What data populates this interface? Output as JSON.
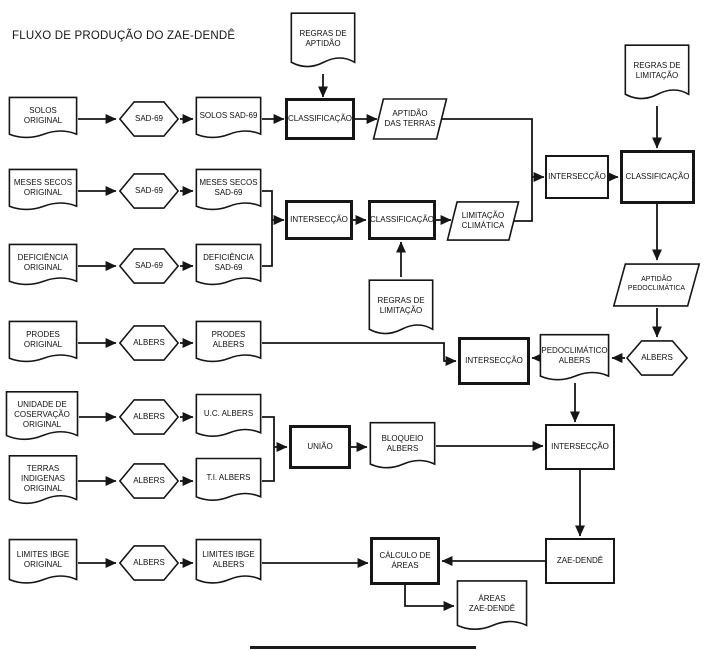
{
  "title": "FLUXO DE PRODUÇÃO DO ZAE-DENDÊ",
  "colors": {
    "ink": "#161616",
    "background": "#ffffff"
  },
  "nodes": {
    "solos_original": "SOLOS\nORIGINAL",
    "sad69_solos": "SAD-69",
    "solos_sad69": "SOLOS SAD-69",
    "classificacao_solos": "CLASSIFICAÇÃO",
    "aptidao_terras": "APTIDÃO\nDAS TERRAS",
    "regras_aptidao": "REGRAS DE\nAPTIDÃO",
    "meses_secos_original": "MESES SECOS\nORIGINAL",
    "sad69_meses": "SAD-69",
    "meses_secos_sad69": "MESES SECOS\nSAD-69",
    "deficiencia_original": "DEFICIÊNCIA\nORIGINAL",
    "sad69_deficiencia": "SAD-69",
    "deficiencia_sad69": "DEFICIÊNCIA\nSAD-69",
    "interseccao_clima": "INTERSECÇÃO",
    "classificacao_clima": "CLASSIFICAÇÃO",
    "limitacao_climatica": "LIMITAÇÃO\nCLIMÁTICA",
    "regras_limitacao_meio": "REGRAS DE\nLIMITAÇÃO",
    "regras_limitacao_topo": "REGRAS DE\nLIMITAÇÃO",
    "interseccao_aptidao": "INTERSECÇÃO",
    "classificacao_final": "CLASSIFICAÇÃO",
    "aptidao_pedoclimatica": "APTIDÃO\nPEDOCLIMÁTICA",
    "albers_pedoclimatico": "ALBERS",
    "pedoclimatico_albers": "PEDOCLIMÁTICO\nALBERS",
    "interseccao_prodes": "INTERSECÇÃO",
    "prodes_original": "PRODES\nORIGINAL",
    "albers_prodes": "ALBERS",
    "prodes_albers": "PRODES\nALBERS",
    "uc_original": "UNIDADE DE\nCOSERVAÇÃO\nORIGINAL",
    "albers_uc": "ALBERS",
    "uc_albers": "U.C. ALBERS",
    "terras_indigenas_original": "TERRAS\nINDIGENAS\nORIGINAL",
    "albers_ti": "ALBERS",
    "ti_albers": "T.I. ALBERS",
    "uniao": "UNIÃO",
    "bloqueio_albers": "BLOQUEIO\nALBERS",
    "interseccao_bloqueio": "INTERSECÇÃO",
    "zae_dende": "ZAE-DENDÊ",
    "limites_ibge_original": "LIMITES IBGE\nORIGINAL",
    "albers_limites": "ALBERS",
    "limites_ibge_albers": "LIMITES IBGE\nALBERS",
    "calculo_areas": "CÁLCULO DE\nÁREAS",
    "areas_zae_dende": "ÁREAS\nZAE-DENDÊ"
  }
}
